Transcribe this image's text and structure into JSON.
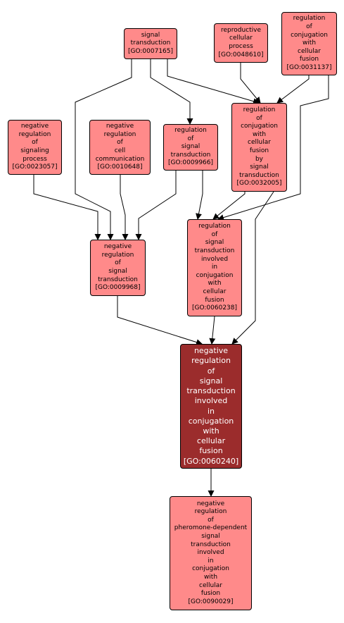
{
  "colors": {
    "node_fill": "#ff8a8a",
    "focus_fill": "#9b2c2c",
    "edge": "#000000"
  },
  "nodes": {
    "n0007165": {
      "lines": [
        "signal",
        "transduction",
        "[GO:0007165]"
      ]
    },
    "n0048610": {
      "lines": [
        "reproductive",
        "cellular",
        "process",
        "[GO:0048610]"
      ]
    },
    "n0031137": {
      "lines": [
        "regulation",
        "of",
        "conjugation",
        "with",
        "cellular",
        "fusion",
        "[GO:0031137]"
      ]
    },
    "n0023057": {
      "lines": [
        "negative",
        "regulation",
        "of",
        "signaling",
        "process",
        "[GO:0023057]"
      ]
    },
    "n0010648": {
      "lines": [
        "negative",
        "regulation",
        "of",
        "cell",
        "communication",
        "[GO:0010648]"
      ]
    },
    "n0009966": {
      "lines": [
        "regulation",
        "of",
        "signal",
        "transduction",
        "[GO:0009966]"
      ]
    },
    "n0032005": {
      "lines": [
        "regulation",
        "of",
        "conjugation",
        "with",
        "cellular",
        "fusion",
        "by",
        "signal",
        "transduction",
        "[GO:0032005]"
      ]
    },
    "n0009968": {
      "lines": [
        "negative",
        "regulation",
        "of",
        "signal",
        "transduction",
        "[GO:0009968]"
      ]
    },
    "n0060238": {
      "lines": [
        "regulation",
        "of",
        "signal",
        "transduction",
        "involved",
        "in",
        "conjugation",
        "with",
        "cellular",
        "fusion",
        "[GO:0060238]"
      ]
    },
    "n0060240": {
      "lines": [
        "negative",
        "regulation",
        "of",
        "signal",
        "transduction",
        "involved",
        "in",
        "conjugation",
        "with",
        "cellular",
        "fusion",
        "[GO:0060240]"
      ]
    },
    "n0090029": {
      "lines": [
        "negative",
        "regulation",
        "of",
        "pheromone-dependent",
        "signal",
        "transduction",
        "involved",
        "in",
        "conjugation",
        "with",
        "cellular",
        "fusion",
        "[GO:0090029]"
      ]
    }
  },
  "edges": [
    [
      "n0007165",
      "n0009966"
    ],
    [
      "n0007165",
      "n0032005"
    ],
    [
      "n0007165",
      "n0009968"
    ],
    [
      "n0048610",
      "n0032005"
    ],
    [
      "n0031137",
      "n0032005"
    ],
    [
      "n0031137",
      "n0060238"
    ],
    [
      "n0023057",
      "n0009968"
    ],
    [
      "n0010648",
      "n0009968"
    ],
    [
      "n0009966",
      "n0009968"
    ],
    [
      "n0009966",
      "n0060238"
    ],
    [
      "n0032005",
      "n0060238"
    ],
    [
      "n0032005",
      "n0060240"
    ],
    [
      "n0009968",
      "n0060240"
    ],
    [
      "n0060238",
      "n0060240"
    ],
    [
      "n0060240",
      "n0090029"
    ]
  ]
}
